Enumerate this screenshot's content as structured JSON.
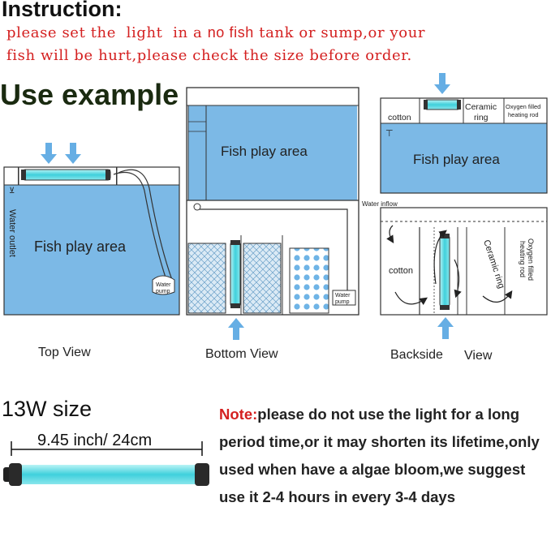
{
  "header": {
    "title": "Instruction:",
    "line1_a": "please set the  light  in a",
    "line1_no_fish": "no fish",
    "line1_b": "tank or sump,or your",
    "line2": "fish will be hurt,please check the size before order."
  },
  "use_example": "Use example",
  "top_view": {
    "area_label": "Fish play area",
    "outlet_label": "Water outlet",
    "pump_label_1": "Water",
    "pump_label_2": "pump",
    "caption": "Top View"
  },
  "bottom_view": {
    "area_label": "Fish play area",
    "pump_label_1": "Water",
    "pump_label_2": "pump",
    "caption": "Bottom View"
  },
  "backside_top": {
    "cotton": "cotton",
    "ceramic_1": "Ceramic",
    "ceramic_2": "ring",
    "oxygen_1": "Oxygen filled",
    "oxygen_2": "heating rod",
    "area_label": "Fish play area"
  },
  "backside_bottom": {
    "inflow": "Water inflow",
    "cotton": "cotton",
    "ceramic": "Ceramic ring",
    "oxygen_1": "Oxygen filled",
    "oxygen_2": "heating rod",
    "caption_a": "Backside",
    "caption_b": "View"
  },
  "product": {
    "size": "13W size",
    "dimension": "9.45 inch/ 24cm"
  },
  "note": {
    "label": "Note:",
    "text": "please do not use  the  light  for a long period time,or it may shorten its lifetime,only used when have a algae bloom,we suggest use it 2-4 hours in every 3-4 days"
  },
  "colors": {
    "water": "#7cb9e6",
    "uv_light": "#4fd8e0",
    "arrow": "#66aee4",
    "red": "#d42020"
  }
}
